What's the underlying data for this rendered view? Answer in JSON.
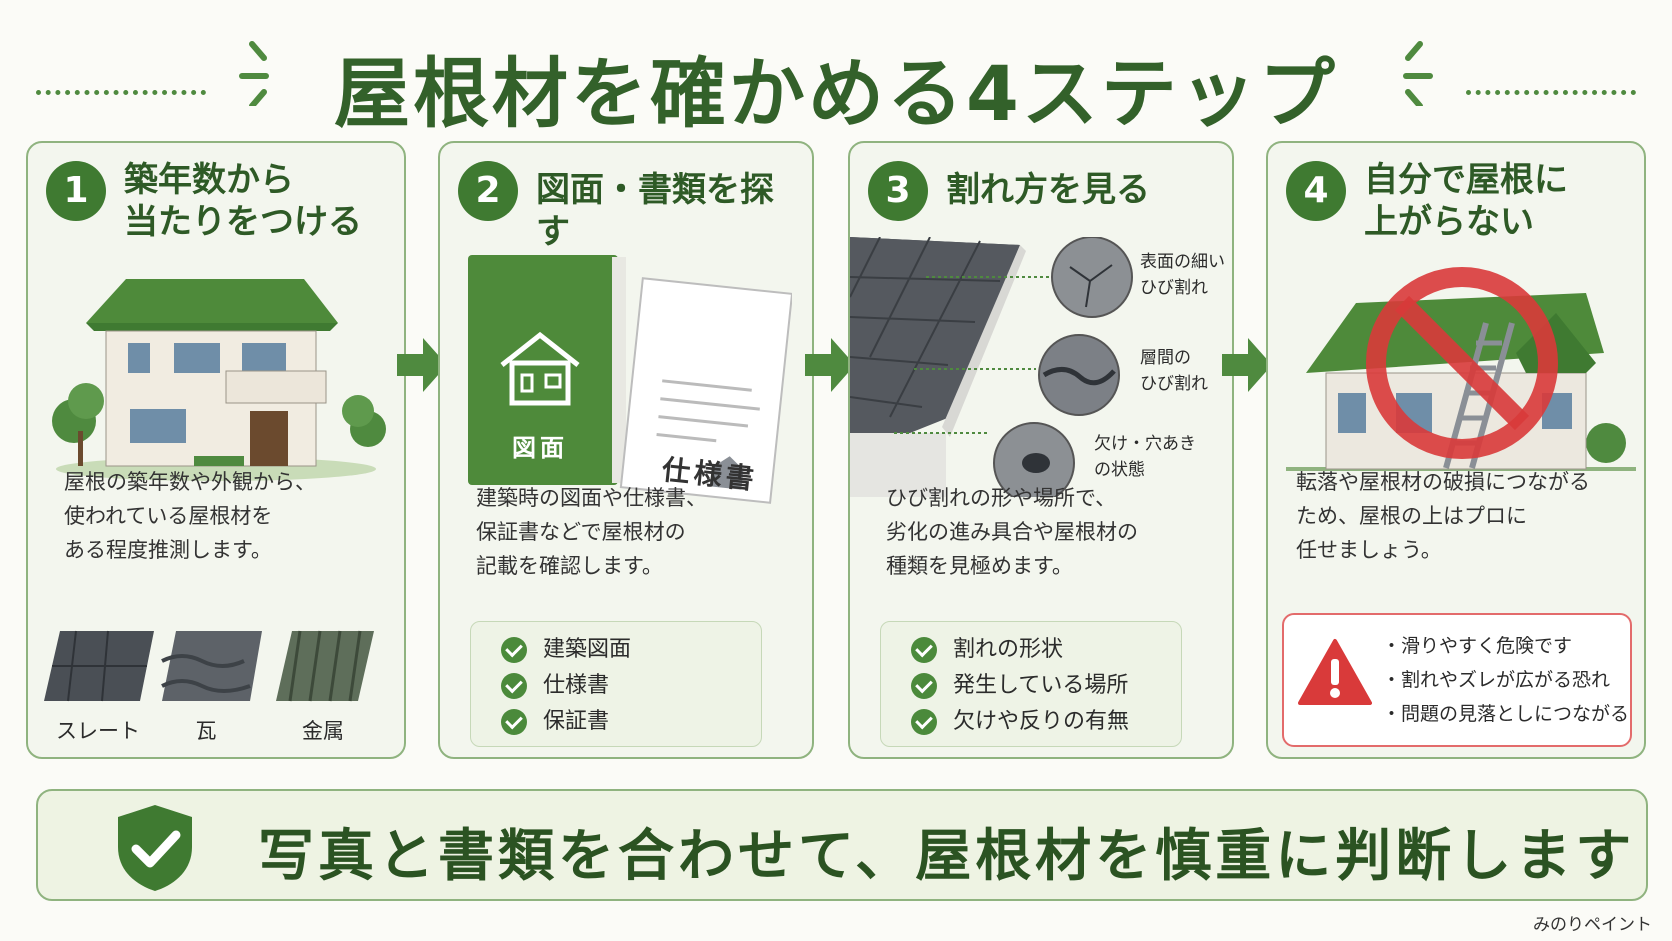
{
  "title": "屋根材を確かめる4ステップ",
  "colors": {
    "primary_green": "#3f7a31",
    "dark_green": "#2e5a26",
    "card_bg": "#f3f6ee",
    "warning_red": "#d93a3a"
  },
  "steps": [
    {
      "number": "1",
      "title": "築年数から\n当たりをつける",
      "description": "屋根の築年数や外観から、\n使われている屋根材を\nある程度推測します。",
      "materials": [
        "スレート",
        "瓦",
        "金属"
      ]
    },
    {
      "number": "2",
      "title": "図面・書類を探す",
      "book_label": "図面",
      "doc_label": "仕様書",
      "description": "建築時の図面や仕様書、\n保証書などで屋根材の\n記載を確認します。",
      "checklist": [
        "建築図面",
        "仕様書",
        "保証書"
      ]
    },
    {
      "number": "3",
      "title": "割れ方を見る",
      "crack_types": [
        "表面の細い\nひび割れ",
        "層間の\nひび割れ",
        "欠け・穴あき\nの状態"
      ],
      "description": "ひび割れの形や場所で、\n劣化の進み具合や屋根材の\n種類を見極めます。",
      "checklist": [
        "割れの形状",
        "発生している場所",
        "欠けや反りの有無"
      ]
    },
    {
      "number": "4",
      "title": "自分で屋根に\n上がらない",
      "description": "転落や屋根材の破損につながる\nため、屋根の上はプロに\n任せましょう。",
      "warnings": [
        "・滑りやすく危険です",
        "・割れやズレが広がる恐れ",
        "・問題の見落としにつながる"
      ]
    }
  ],
  "conclusion": "写真と書類を合わせて、屋根材を慎重に判断します",
  "brand": "みのりペイント"
}
